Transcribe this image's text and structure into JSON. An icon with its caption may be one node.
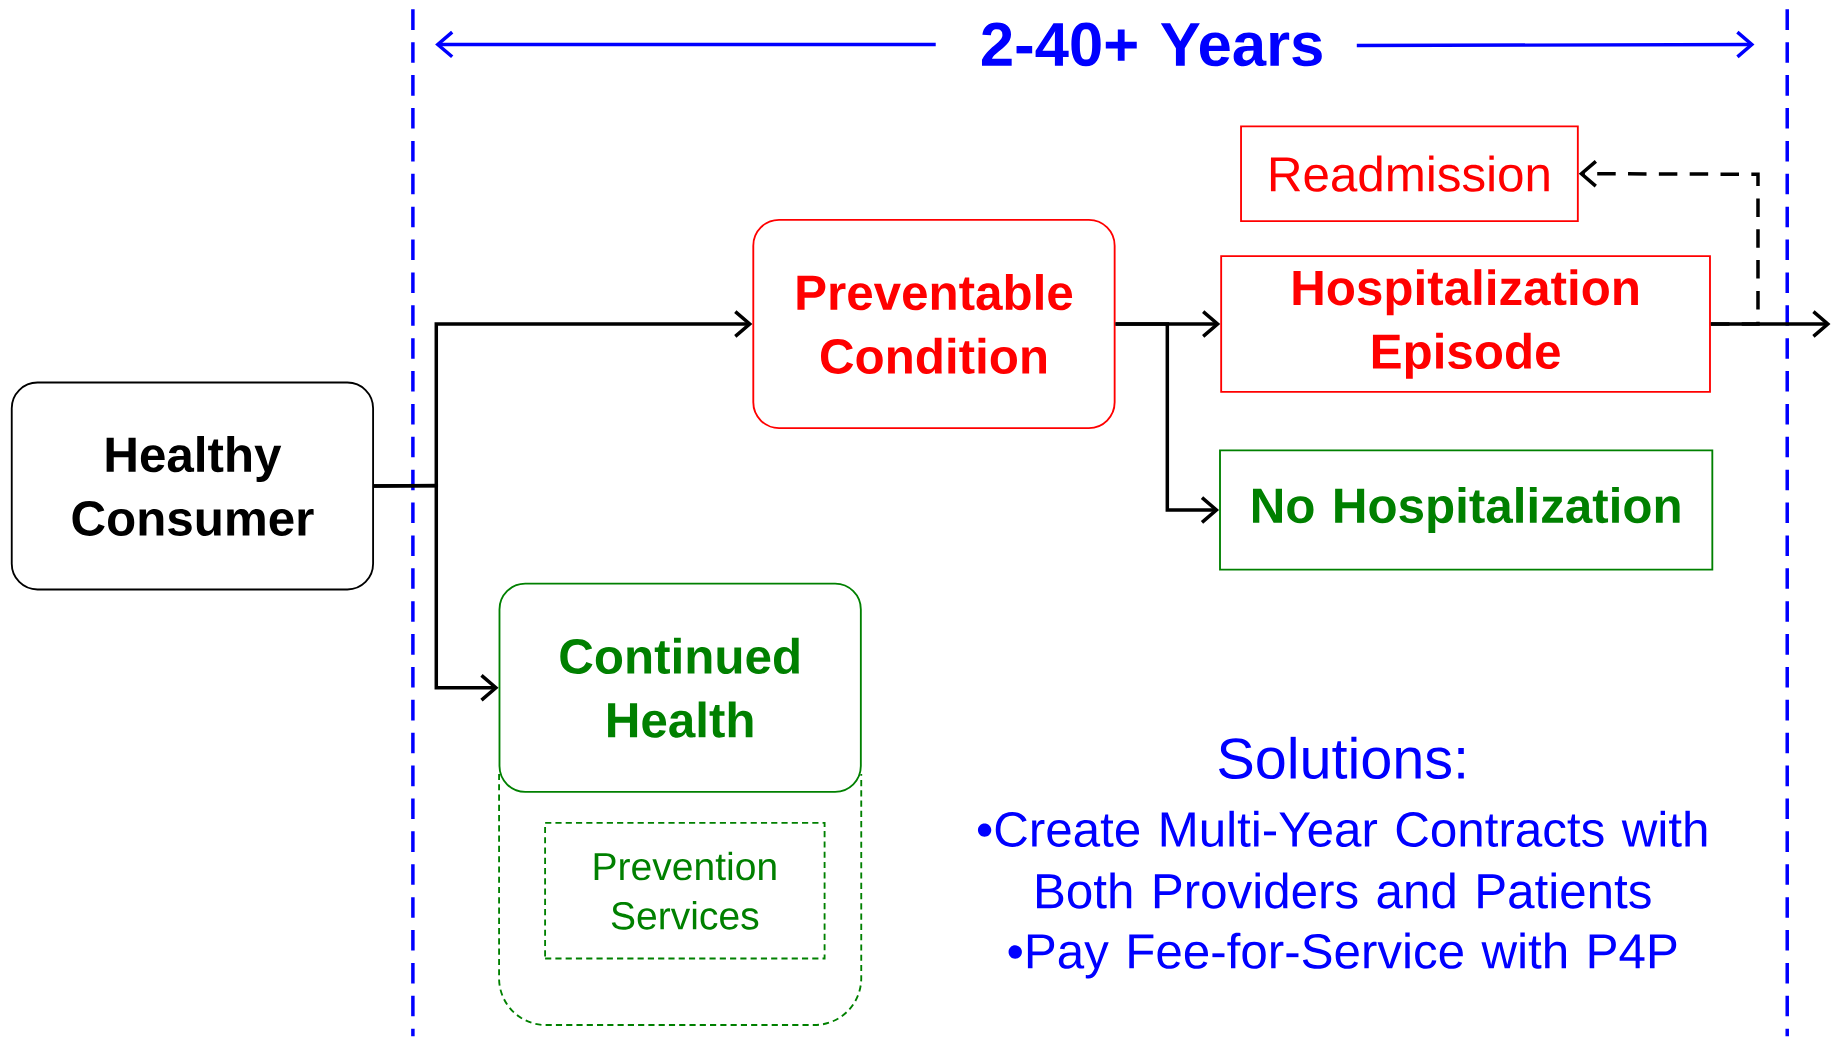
{
  "diagram": {
    "nodes": [
      {
        "text": [
          "Healthy Consumer"
        ]
      },
      {
        "text": [
          "Preventable Condition"
        ]
      },
      {
        "text": [
          "Readmission"
        ]
      },
      {
        "text": [
          "Hospitalization Episode"
        ]
      },
      {
        "text": [
          "No Hospitalization"
        ]
      },
      {
        "text": [
          "Continued Health"
        ]
      },
      {
        "text": [],
        "shape": "box"
      },
      {
        "text": [
          "Prevention Services"
        ],
        "in": 6
      }
    ],
    "edges": [
      {
        "from": 0,
        "to": 1,
        "arrow": "to"
      },
      {
        "from": 0,
        "to": 5,
        "arrow": "to"
      },
      {
        "from": 1,
        "to": 3,
        "arrow": "to"
      },
      {
        "from": 1,
        "to": 4,
        "arrow": "to"
      },
      {
        "from": 3,
        "to": null,
        "arrow": "to"
      },
      {
        "from": 3,
        "to": 2,
        "arrow": "to",
        "style": "dashed"
      }
    ],
    "labels": [
      "2-40+ Years",
      "Solutions:",
      "•Create Multi-Year Contracts with Both Providers and Patients",
      "•Pay Fee-for-Service with P4P"
    ]
  }
}
